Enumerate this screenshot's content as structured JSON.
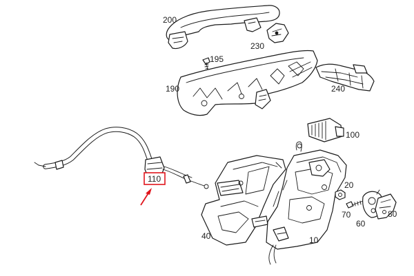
{
  "parts": [
    {
      "id": "200",
      "label": "200"
    },
    {
      "id": "230",
      "label": "230"
    },
    {
      "id": "195",
      "label": "195"
    },
    {
      "id": "190",
      "label": "190"
    },
    {
      "id": "240",
      "label": "240"
    },
    {
      "id": "100",
      "label": "100"
    },
    {
      "id": "110",
      "label": "110"
    },
    {
      "id": "20",
      "label": "20"
    },
    {
      "id": "70",
      "label": "70"
    },
    {
      "id": "60",
      "label": "60"
    },
    {
      "id": "80",
      "label": "80"
    },
    {
      "id": "40",
      "label": "40"
    },
    {
      "id": "10",
      "label": "10"
    }
  ],
  "highlight": {
    "part_id": "110",
    "box_color": "#e0141c",
    "arrow_color": "#e0141c"
  },
  "colors": {
    "line": "#1a1a1a",
    "background": "#ffffff"
  }
}
